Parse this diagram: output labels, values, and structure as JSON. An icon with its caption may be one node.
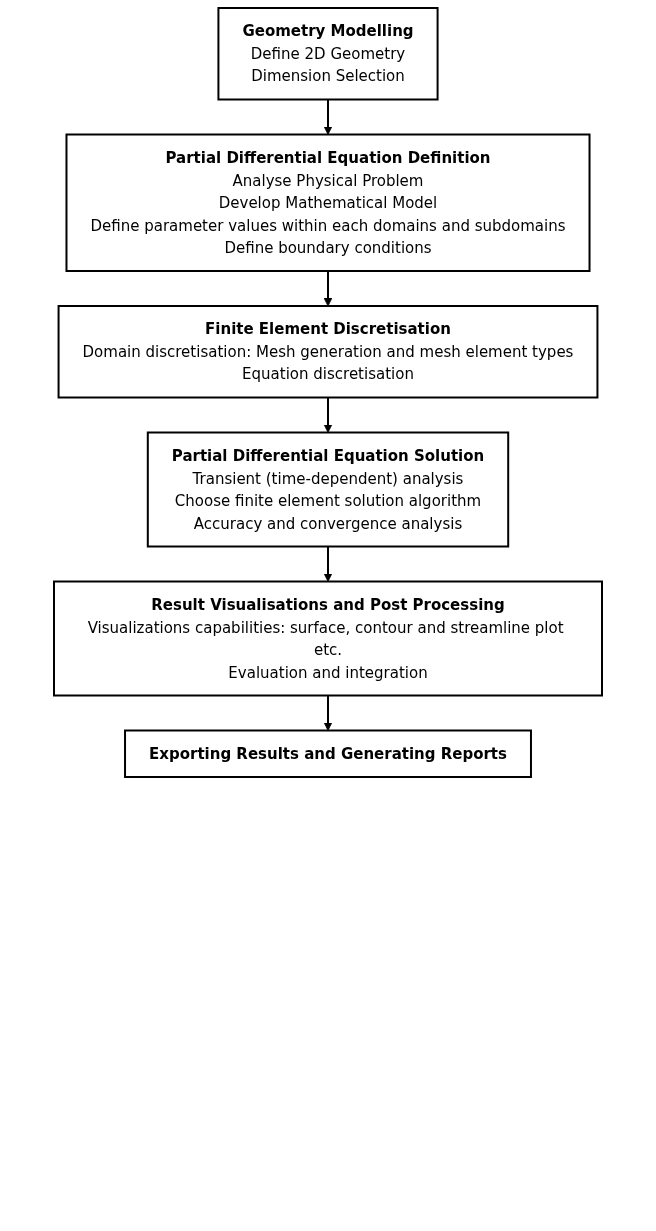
{
  "diagram": {
    "nodes": [
      {
        "text": [
          "Geometry Modelling",
          "Define 2D Geometry",
          "Dimension Selection"
        ]
      },
      {
        "text": [
          "Partial Differential Equation Definition",
          "Analyse Physical Problem",
          "Develop Mathematical Model",
          "Define parameter values within each domains and subdomains",
          "Define boundary conditions"
        ]
      },
      {
        "text": [
          "Finite Element Discretisation",
          "Domain discretisation: Mesh generation and mesh element types",
          "Equation discretisation"
        ]
      },
      {
        "text": [
          "Partial Differential Equation Solution",
          "Transient (time-dependent) analysis",
          "Choose finite element solution algorithm",
          "Accuracy and convergence analysis"
        ]
      },
      {
        "text": [
          "Result Visualisations and Post Processing",
          "Visualizations capabilities: surface, contour and streamline plot etc.",
          "Evaluation and integration"
        ]
      },
      {
        "text": [
          "Exporting Results and Generating Reports"
        ]
      }
    ],
    "edges": [
      {
        "from": 0,
        "to": 1,
        "arrow": "to"
      },
      {
        "from": 1,
        "to": 2,
        "arrow": "to"
      },
      {
        "from": 2,
        "to": 3,
        "arrow": "to"
      },
      {
        "from": 3,
        "to": 4,
        "arrow": "to"
      },
      {
        "from": 4,
        "to": 5,
        "arrow": "to"
      }
    ]
  }
}
